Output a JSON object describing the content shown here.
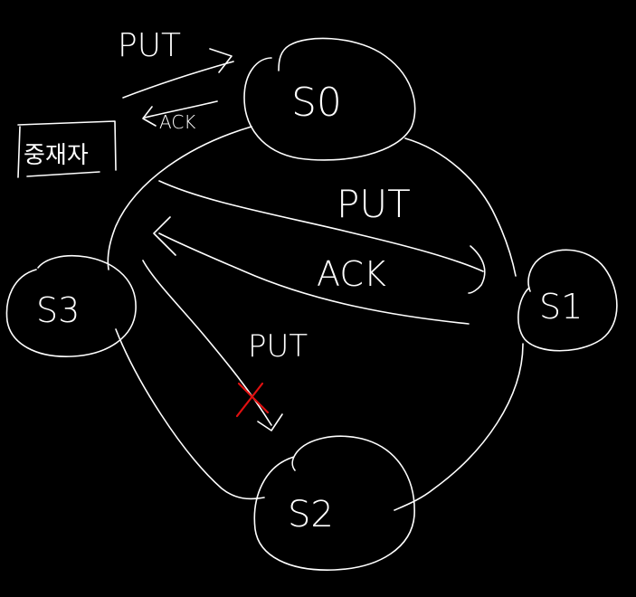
{
  "colors": {
    "background": "#000000",
    "ink": "#ffffff",
    "blocked": "#e01010"
  },
  "nodes": {
    "s0": "S0",
    "s1": "S1",
    "s2": "S2",
    "s3": "S3"
  },
  "messages": {
    "client_put": "PUT",
    "client_ack": "ACK",
    "s3_to_s1_put": "PUT",
    "s1_to_s3_ack": "ACK",
    "s3_to_s2_put": "PUT"
  },
  "client": {
    "label": "중재자"
  },
  "marks": {
    "failed_message_icon": "red-x-icon"
  }
}
